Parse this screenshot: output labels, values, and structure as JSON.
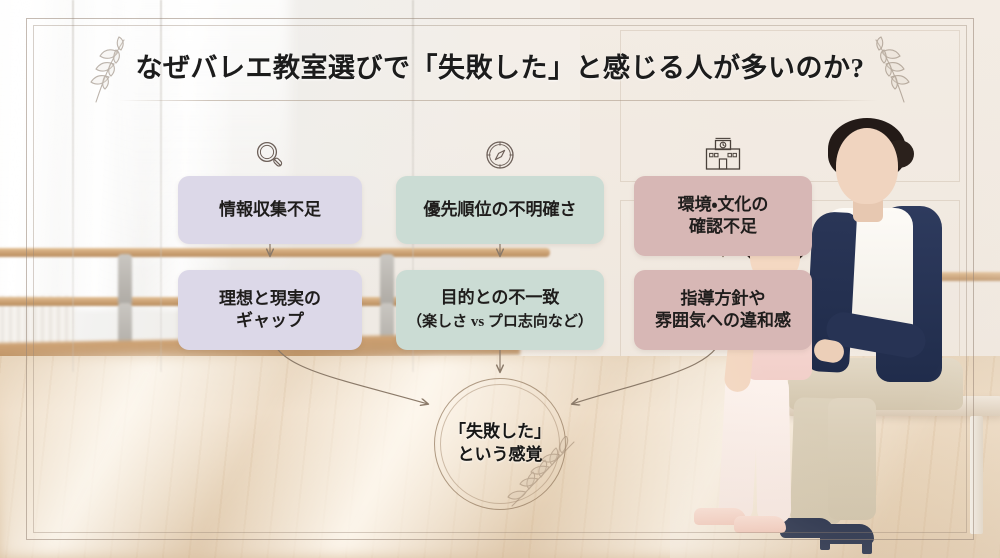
{
  "page": {
    "title": "なぜバレエ教室選びで「失敗した」と感じる人が多いのか?",
    "language": "ja"
  },
  "colors": {
    "lavender": "#dcd8e8",
    "sage": "#cbdcd4",
    "rose": "#d7b7b5",
    "line": "#96847 4",
    "arrow": "#8b7a69",
    "text": "#1c1c1c",
    "background": "#efe7df"
  },
  "background": {
    "scene": "ballet-studio",
    "elements": [
      "mirror-wall",
      "wooden-barre",
      "window-light",
      "wooden-floor"
    ],
    "people": [
      "mother-seated",
      "young-ballet-girl"
    ]
  },
  "decorations": {
    "frame": "double-line-rectangle",
    "sprig_left": "olive-branch",
    "sprig_right": "olive-branch",
    "circle_leaf": "laurel-branch"
  },
  "chart_data": {
    "type": "diagram",
    "title": "なぜバレエ教室選びで「失敗した」と感じる人が多いのか?",
    "layout": "three-column-cause-to-effect-convergence",
    "columns": [
      {
        "id": "col1",
        "icon": "magnifier-icon",
        "color": "#dcd8e8",
        "cause": "情報収集不足",
        "consequence_line1": "理想と現実の",
        "consequence_line2": "ギャップ"
      },
      {
        "id": "col2",
        "icon": "compass-icon",
        "color": "#cbdcd4",
        "cause": "優先順位の不明確さ",
        "consequence_line1": "目的との不一致",
        "consequence_line2": "（楽しさ vs プロ志向など）"
      },
      {
        "id": "col3",
        "icon": "school-building-icon",
        "color": "#d7b7b5",
        "cause_line1": "環境・文化の",
        "cause_line2": "確認不足",
        "consequence_line1": "指導方針や",
        "consequence_line2": "雰囲気への違和感"
      }
    ],
    "result": {
      "line1": "「失敗した」",
      "line2": "という感覚",
      "shape": "double-ring-circle"
    },
    "connectors": {
      "vertical_arrows": 3,
      "converging_arrows": 3,
      "style": "thin-curved-with-arrowhead"
    }
  }
}
